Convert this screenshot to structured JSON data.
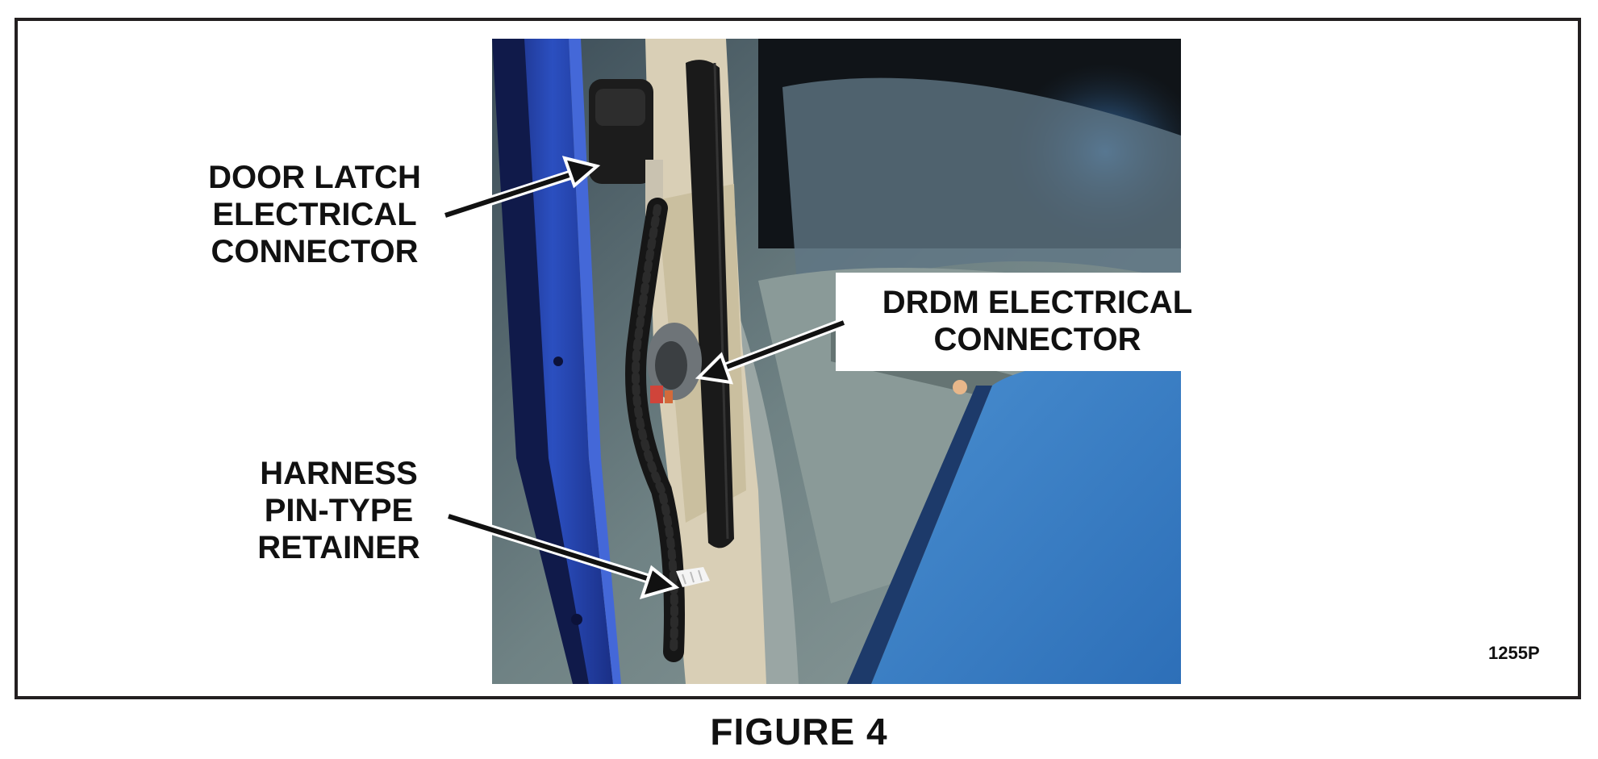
{
  "callouts": {
    "door_latch": [
      "DOOR LATCH",
      "ELECTRICAL",
      "CONNECTOR"
    ],
    "drdm": [
      "DRDM ELECTRICAL",
      "CONNECTOR"
    ],
    "retainer": [
      "HARNESS",
      "PIN-TYPE",
      "RETAINER"
    ]
  },
  "reference_code": "1255P",
  "caption": "FIGURE 4",
  "colors": {
    "frame": "#231f20",
    "door_blue": "#1f3fa8",
    "trim_beige": "#d9cfb6",
    "panel_gray": "#8c9a98",
    "label_text": "#111111"
  }
}
